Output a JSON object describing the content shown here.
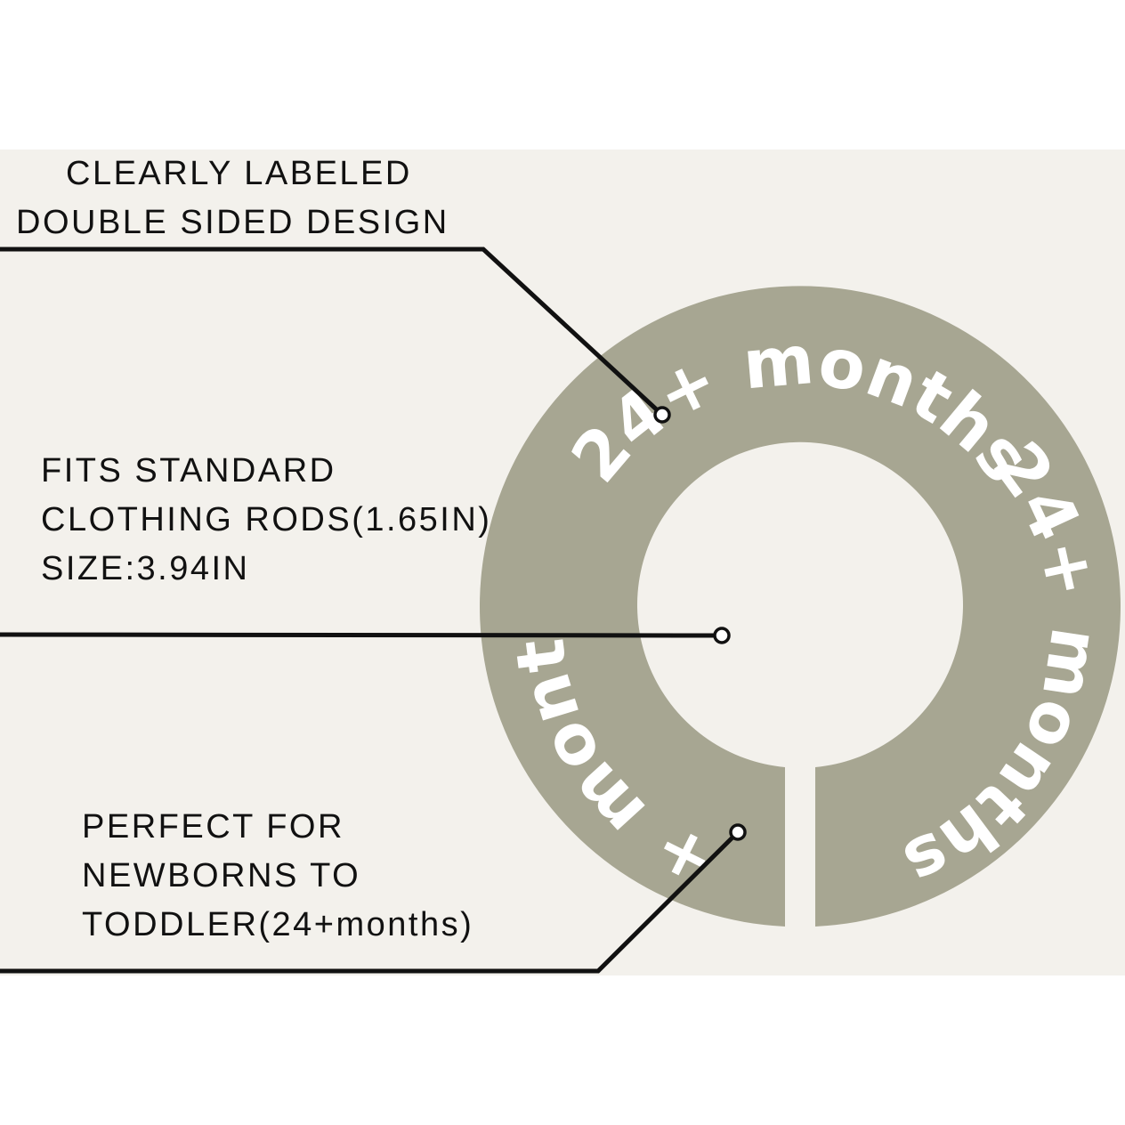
{
  "callouts": {
    "double_sided": {
      "line1": "CLEARLY LABELED",
      "line2": "DOUBLE SIDED DESIGN"
    },
    "rod_fit": {
      "line1": "FITS STANDARD",
      "line2": "CLOTHING RODS(1.65IN)",
      "line3": "SIZE:3.94IN"
    },
    "age_range": {
      "line1": "PERFECT FOR",
      "line2": "NEWBORNS TO",
      "line3": "TODDLER(24+months)"
    }
  },
  "divider": {
    "label": "24+ months",
    "color": "#a7a692"
  },
  "colors": {
    "background": "#f3f1ec",
    "ink": "#111111",
    "label_text": "#ffffff"
  }
}
